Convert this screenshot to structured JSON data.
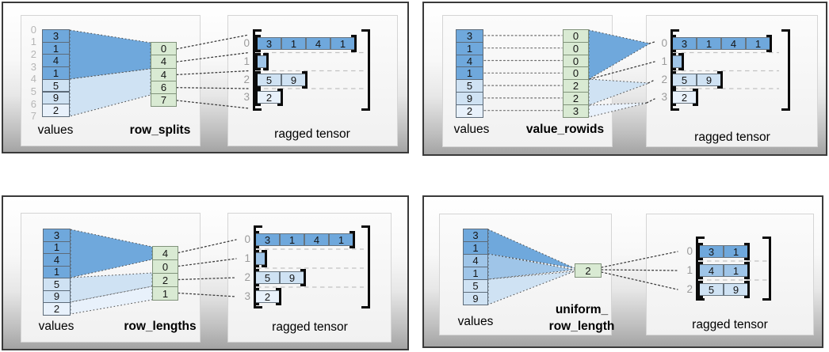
{
  "colors": {
    "dark": "#6fa8dc",
    "medium": "#9fc5e8",
    "light": "#cfe2f3",
    "lightest": "#e8f1fb",
    "green": "#d9ead3"
  },
  "panels": [
    {
      "key": "row_splits",
      "values_label": "values",
      "fn_label": "row_splits",
      "tensor_label": "ragged tensor",
      "value_indices": [
        "0",
        "1",
        "2",
        "3",
        "4",
        "5",
        "6",
        "7"
      ],
      "values": [
        {
          "t": "3",
          "s": "dark"
        },
        {
          "t": "1",
          "s": "dark"
        },
        {
          "t": "4",
          "s": "dark"
        },
        {
          "t": "1",
          "s": "dark"
        },
        {
          "t": "5",
          "s": "light"
        },
        {
          "t": "9",
          "s": "light"
        },
        {
          "t": "2",
          "s": "lightest"
        }
      ],
      "fn_cells": [
        "0",
        "4",
        "4",
        "6",
        "7"
      ],
      "tensor_rows": [
        {
          "label": "0",
          "cells": [
            "3",
            "1",
            "4",
            "1"
          ],
          "s": "dark"
        },
        {
          "label": "1",
          "cells": [],
          "s": "medium"
        },
        {
          "label": "2",
          "cells": [
            "5",
            "9"
          ],
          "s": "light"
        },
        {
          "label": "3",
          "cells": [
            "2"
          ],
          "s": "lightest"
        }
      ]
    },
    {
      "key": "value_rowids",
      "values_label": "values",
      "fn_label": "value_rowids",
      "tensor_label": "ragged tensor",
      "values": [
        {
          "t": "3",
          "s": "dark"
        },
        {
          "t": "1",
          "s": "dark"
        },
        {
          "t": "4",
          "s": "dark"
        },
        {
          "t": "1",
          "s": "dark"
        },
        {
          "t": "5",
          "s": "light"
        },
        {
          "t": "9",
          "s": "light"
        },
        {
          "t": "2",
          "s": "lightest"
        }
      ],
      "fn_cells": [
        "0",
        "0",
        "0",
        "0",
        "2",
        "2",
        "3"
      ],
      "tensor_rows": [
        {
          "label": "0",
          "cells": [
            "3",
            "1",
            "4",
            "1"
          ],
          "s": "dark"
        },
        {
          "label": "1",
          "cells": [],
          "s": "medium"
        },
        {
          "label": "2",
          "cells": [
            "5",
            "9"
          ],
          "s": "light"
        },
        {
          "label": "3",
          "cells": [
            "2"
          ],
          "s": "lightest"
        }
      ]
    },
    {
      "key": "row_lengths",
      "values_label": "values",
      "fn_label": "row_lengths",
      "tensor_label": "ragged tensor",
      "values": [
        {
          "t": "3",
          "s": "dark"
        },
        {
          "t": "1",
          "s": "dark"
        },
        {
          "t": "4",
          "s": "dark"
        },
        {
          "t": "1",
          "s": "dark"
        },
        {
          "t": "5",
          "s": "light"
        },
        {
          "t": "9",
          "s": "light"
        },
        {
          "t": "2",
          "s": "lightest"
        }
      ],
      "fn_cells": [
        "4",
        "0",
        "2",
        "1"
      ],
      "tensor_rows": [
        {
          "label": "0",
          "cells": [
            "3",
            "1",
            "4",
            "1"
          ],
          "s": "dark"
        },
        {
          "label": "1",
          "cells": [],
          "s": "medium"
        },
        {
          "label": "2",
          "cells": [
            "5",
            "9"
          ],
          "s": "light"
        },
        {
          "label": "3",
          "cells": [
            "2"
          ],
          "s": "lightest"
        }
      ]
    },
    {
      "key": "uniform_row_length",
      "values_label": "values",
      "fn_label": "uniform_",
      "fn_label2": "row_length",
      "tensor_label": "ragged tensor",
      "values": [
        {
          "t": "3",
          "s": "dark"
        },
        {
          "t": "1",
          "s": "dark"
        },
        {
          "t": "4",
          "s": "medium"
        },
        {
          "t": "1",
          "s": "medium"
        },
        {
          "t": "5",
          "s": "light"
        },
        {
          "t": "9",
          "s": "light"
        }
      ],
      "fn_cells": [
        "2"
      ],
      "tensor_rows": [
        {
          "label": "0",
          "cells": [
            "3",
            "1"
          ],
          "s": "dark"
        },
        {
          "label": "1",
          "cells": [
            "4",
            "1"
          ],
          "s": "medium"
        },
        {
          "label": "2",
          "cells": [
            "5",
            "9"
          ],
          "s": "light"
        }
      ]
    }
  ]
}
